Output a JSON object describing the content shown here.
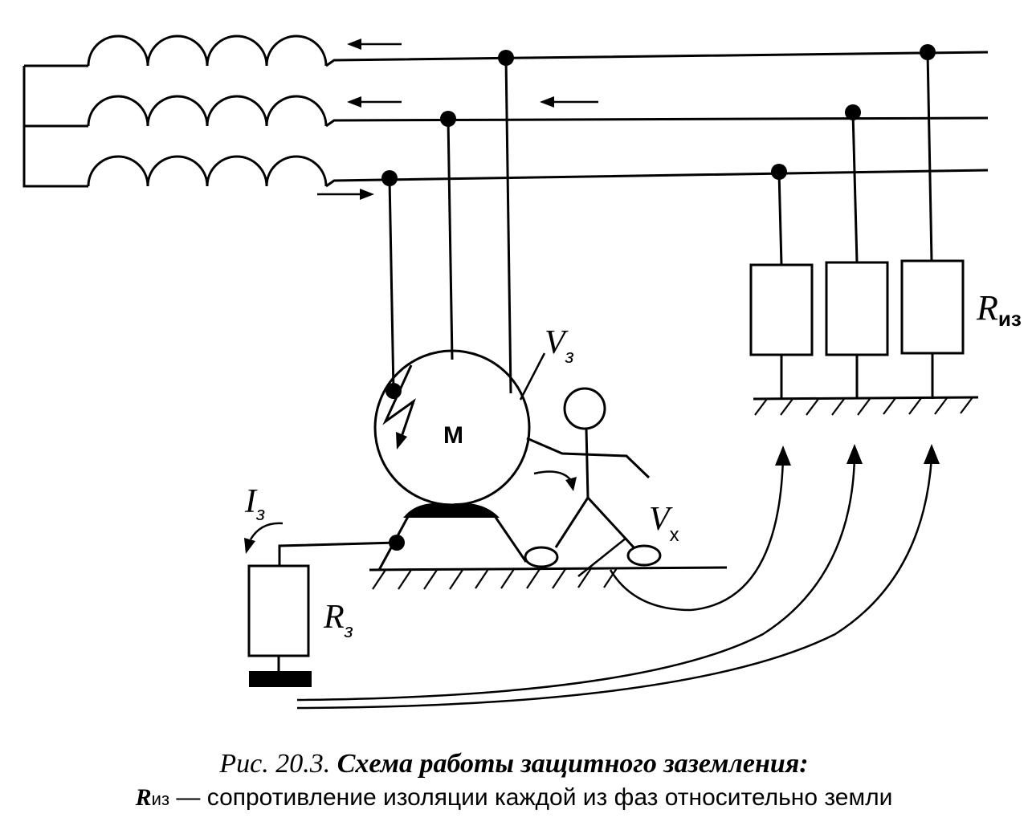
{
  "diagram": {
    "motor_label": "M",
    "labels": {
      "r_iz": {
        "main": "R",
        "sub": "из"
      },
      "v_z": {
        "main": "V",
        "sub": "з"
      },
      "v_x": {
        "main": "V",
        "sub": "x"
      },
      "i_z": {
        "main": "I",
        "sub": "з"
      },
      "r_z": {
        "main": "R",
        "sub": "з"
      }
    }
  },
  "caption": {
    "prefix": "Рис. 20.3.",
    "title": "Схема работы защитного заземления:",
    "desc_symbol": "R",
    "desc_symbol_sub": "из",
    "desc_text": " — сопротивление изоляции каждой из фаз относительно земли"
  }
}
